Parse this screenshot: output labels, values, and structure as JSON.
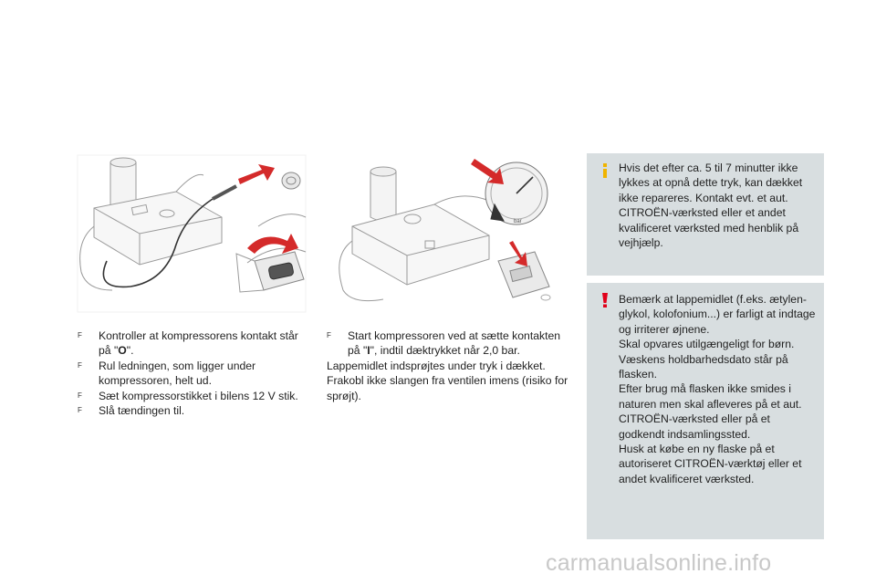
{
  "left_column": {
    "items": [
      {
        "parts": [
          {
            "t": "Kontroller at kompressorens kontakt står på \""
          },
          {
            "t": "O",
            "b": true
          },
          {
            "t": "\"."
          }
        ]
      },
      {
        "parts": [
          {
            "t": "Rul ledningen, som ligger under kompressoren, helt ud."
          }
        ]
      },
      {
        "parts": [
          {
            "t": "Sæt kompressorstikket i bilens 12 V stik."
          }
        ]
      },
      {
        "parts": [
          {
            "t": "Slå tændingen til."
          }
        ]
      }
    ]
  },
  "right_column": {
    "items": [
      {
        "parts": [
          {
            "t": "Start kompressoren ved at sætte kontakten på \""
          },
          {
            "t": "I",
            "b": true
          },
          {
            "t": "\", indtil dæktrykket når 2,0 bar."
          }
        ]
      }
    ],
    "paragraphs": [
      "Lappemidlet indsprøjtes under tryk i dækket.",
      "Frakobl ikke slangen fra ventilen imens (risiko for sprøjt)."
    ]
  },
  "bullet_glyph": "F",
  "gauge_unit": "bar",
  "info_box": {
    "text": "Hvis det efter ca. 5 til 7 minutter ikke lykkes at opnå dette tryk, kan dækket ikke repareres. Kontakt evt. et aut. CITROËN-værksted eller et andet kvalificeret værksted med henblik på vejhjælp."
  },
  "warning_box": {
    "lines": [
      "Bemærk at lappemidlet (f.eks. ætylen-glykol, kolofonium...) er farligt at indtage og irriterer øjnene.",
      "Skal opvares utilgængeligt for børn.",
      "Væskens holdbarhedsdato står på flasken.",
      "Efter brug må flasken ikke smides i naturen men skal afleveres på et aut. CITROËN-værksted eller på et godkendt indsamlingssted.",
      "Husk at købe en ny flaske på et autoriseret CITROËN-værktøj eller et andet kvalificeret værksted."
    ]
  },
  "watermark": "carmanualsonline.info",
  "colors": {
    "box_bg": "#d8dee0",
    "info_icon": "#f0b400",
    "warning_icon": "#e1001a",
    "arrow_red": "#d42a2a"
  },
  "icons": {
    "info": "info-icon",
    "warning": "warning-icon"
  }
}
